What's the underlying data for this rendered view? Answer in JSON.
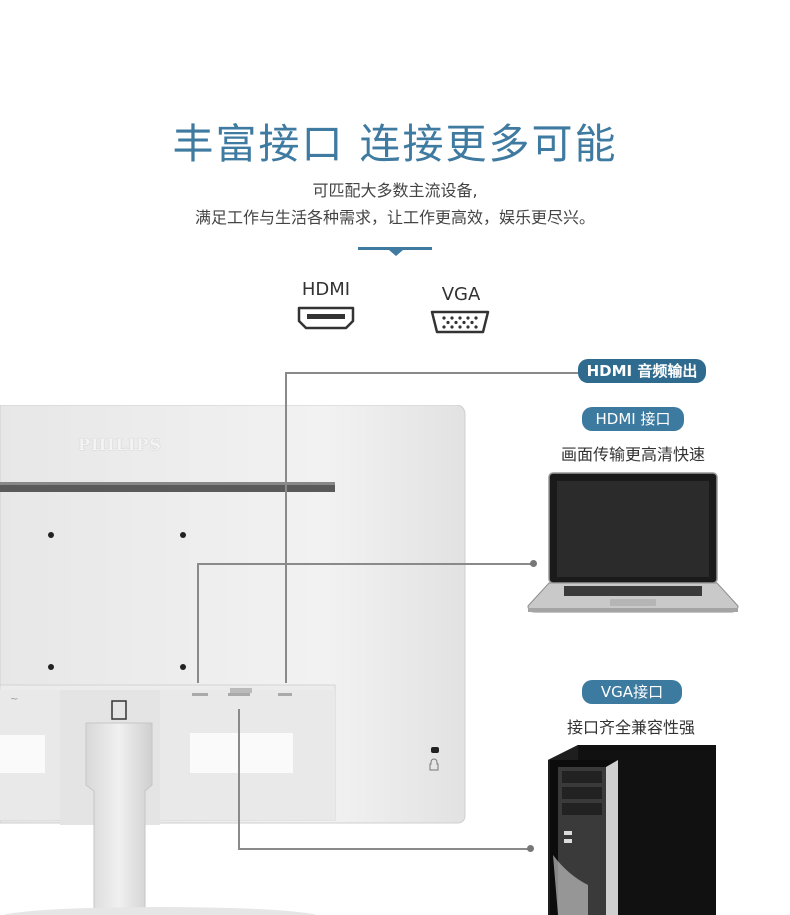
{
  "header": {
    "title": "丰富接口  连接更多可能",
    "subtitle_line1": "可匹配大多数主流设备,",
    "subtitle_line2": "满足工作与生活各种需求，让工作更高效，娱乐更尽兴。"
  },
  "ports": {
    "hdmi_label": "HDMI",
    "vga_label": "VGA"
  },
  "monitor": {
    "brand": "PHILIPS"
  },
  "callouts": {
    "hdmi_audio": "HDMI 音频输出",
    "hdmi_port": "HDMI 接口",
    "hdmi_desc": "画面传输更高清快速",
    "vga_port": "VGA接口",
    "vga_desc": "接口齐全兼容性强"
  },
  "colors": {
    "accent": "#3f7aa0",
    "badge": "#3c7aa0"
  }
}
